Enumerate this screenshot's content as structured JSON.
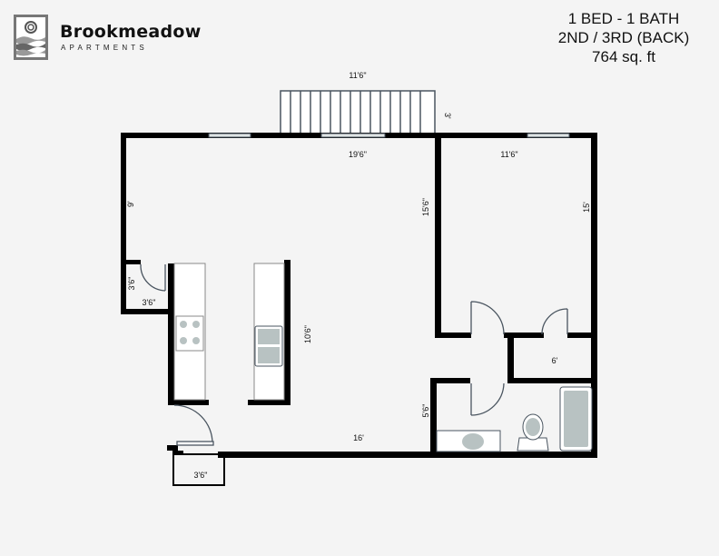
{
  "brand": {
    "name": "Brookmeadow",
    "subtitle": "APARTMENTS",
    "logo_icon": "sun-over-hills-icon"
  },
  "unit": {
    "type": "1 BED - 1 BATH",
    "floors": "2ND / 3RD (BACK)",
    "area": "764 sq. ft"
  },
  "dimensions": {
    "balcony_width": "11'6\"",
    "balcony_depth": "3'",
    "living_width": "19'6\"",
    "living_depth": "9'",
    "bedroom_width": "11'6\"",
    "bedroom_depth": "15'",
    "living_height": "15'6\"",
    "closet_depth": "3'6\"",
    "closet_width": "3'6\"",
    "kitchen_length": "10'6\"",
    "dining_width": "16'",
    "bedroom_closet": "6'",
    "bath_depth": "5'6\"",
    "entry_width": "3'6\""
  },
  "colors": {
    "wall": "#000000",
    "fixture": "#b8c2c2",
    "outline": "#4a5560",
    "background": "#f4f4f4"
  }
}
